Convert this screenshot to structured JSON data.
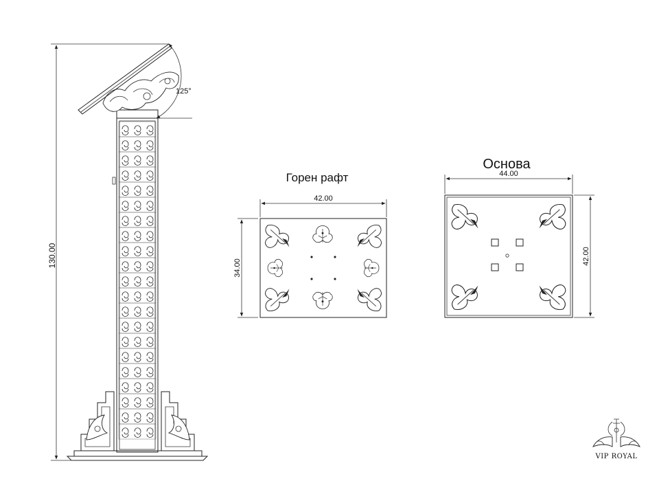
{
  "lectern": {
    "height_label": "130.00",
    "angle_label": "125°"
  },
  "top_shelf": {
    "title": "Горен рафт",
    "width_label": "42.00",
    "height_label": "34.00"
  },
  "base": {
    "title": "Основа",
    "width_label": "44.00",
    "height_label": "42.00"
  },
  "brand": {
    "name": "VIP ROYAL"
  }
}
